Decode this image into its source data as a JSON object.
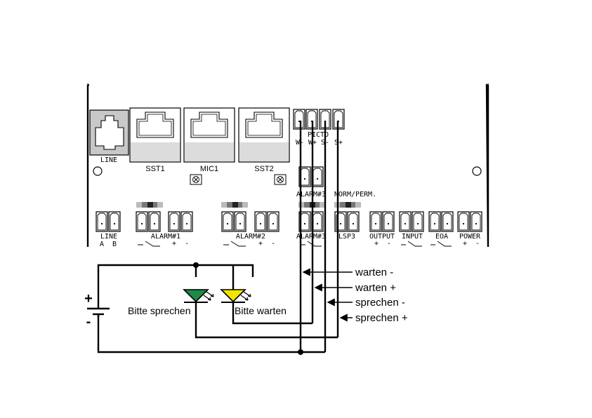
{
  "board": {
    "line_jack_label": "LINE",
    "rj45_labels": [
      "SST1",
      "MIC1",
      "SST2"
    ],
    "picto": {
      "label": "PICTO",
      "pins": [
        "W-",
        "W+",
        "S-",
        "S+"
      ]
    },
    "alarm3_top_label": "ALARM#3",
    "norm_perm_label": "NORM/PERM.",
    "bottom_terminals": {
      "line": {
        "label": "LINE",
        "pins": [
          "A",
          "B"
        ]
      },
      "alarm1": {
        "label": "ALARM#1",
        "plus": "+",
        "minus": "-"
      },
      "alarm2": {
        "label": "ALARM#2",
        "plus": "+",
        "minus": "-"
      },
      "alarm3": {
        "label": "ALARM#3"
      },
      "lsp3": {
        "label": "LSP3"
      },
      "output": {
        "label": "OUTPUT",
        "plus": "+",
        "minus": "-"
      },
      "input": {
        "label": "INPUT"
      },
      "eoa": {
        "label": "EOA"
      },
      "power": {
        "label": "POWER",
        "plus": "+",
        "minus": "-"
      }
    }
  },
  "external": {
    "battery_plus": "+",
    "battery_minus": "-",
    "led_green_label": "Bitte sprechen",
    "led_yellow_label": "Bitte warten",
    "wire_labels": [
      "warten -",
      "warten +",
      "sprechen -",
      "sprechen +"
    ]
  },
  "colors": {
    "led_green": "#1d8a4a",
    "led_yellow": "#f2e600",
    "switch_dark": "#333333",
    "switch_mid": "#777777",
    "switch_light": "#bbbbbb",
    "jack_gray": "#c8c8c8"
  }
}
